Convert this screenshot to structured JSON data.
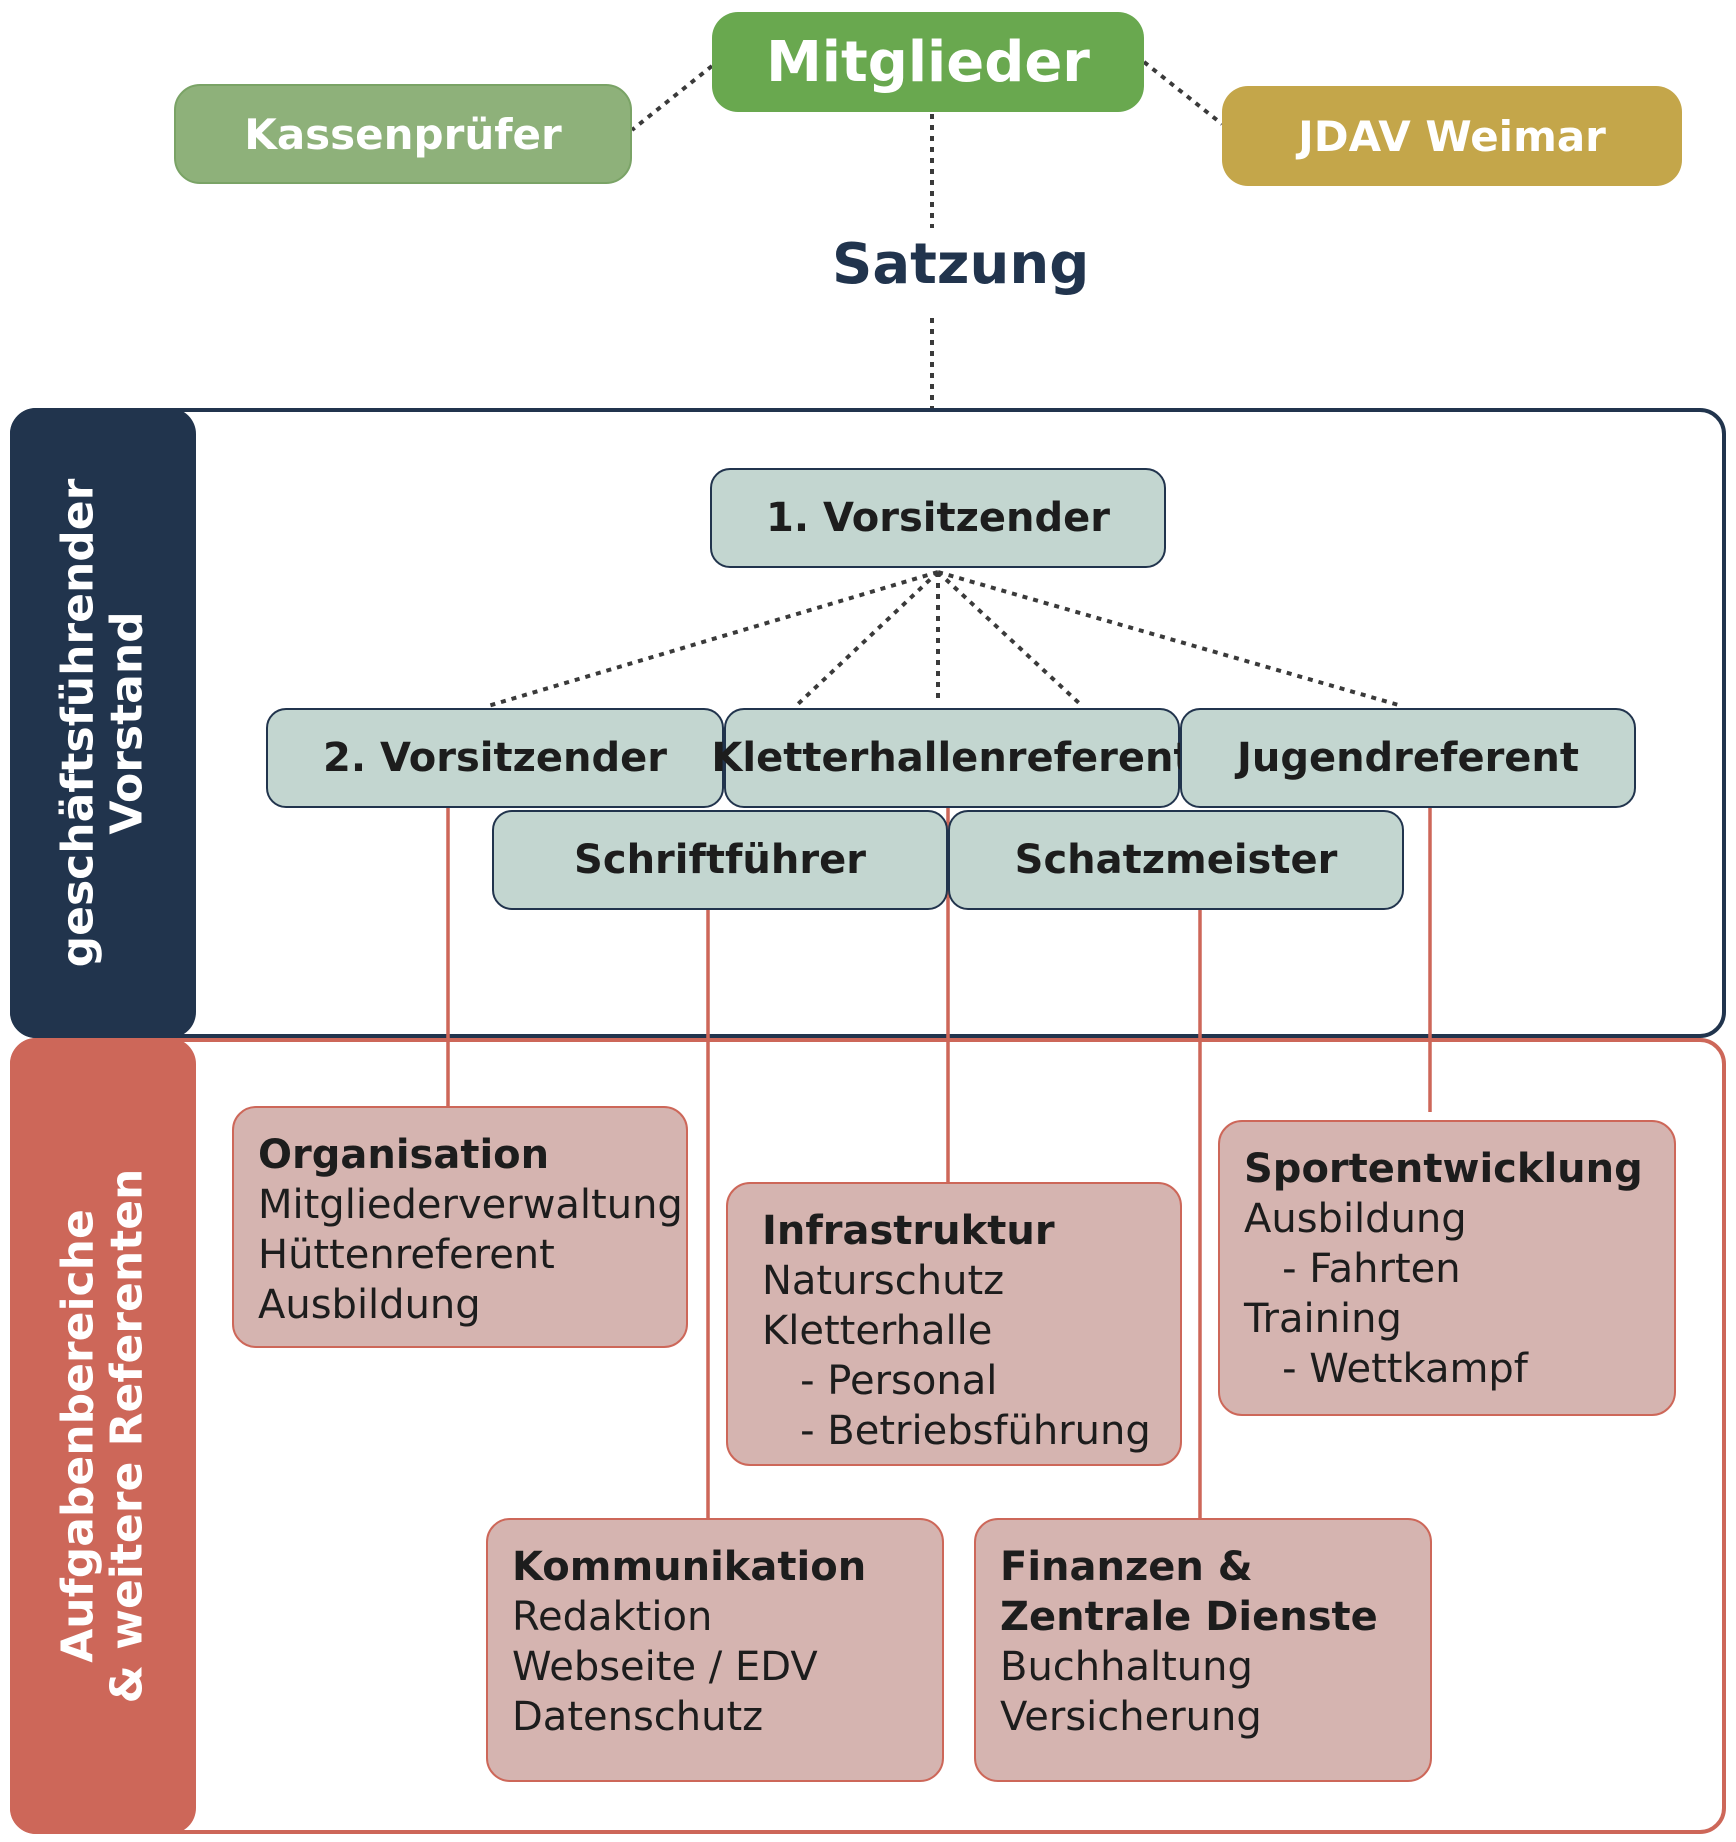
{
  "top": {
    "mitglieder": "Mitglieder",
    "kassenpruefer": "Kassenprüfer",
    "jdav": "JDAV Weimar",
    "satzung": "Satzung"
  },
  "sidebar": {
    "vorstand_line1": "geschäftsführender",
    "vorstand_line2": "Vorstand",
    "aufgaben_line1": "Aufgabenbereiche",
    "aufgaben_line2": "& weitere Referenten"
  },
  "roles": {
    "vorsitzender1": "1. Vorsitzender",
    "vorsitzender2": "2. Vorsitzender",
    "kletterhallenreferent": "Kletterhallenreferent",
    "jugendreferent": "Jugendreferent",
    "schriftfuehrer": "Schriftführer",
    "schatzmeister": "Schatzmeister"
  },
  "areas": {
    "organisation": {
      "title": "Organisation",
      "items": [
        "Mitgliederverwaltung",
        "Hüttenreferent",
        "Ausbildung"
      ]
    },
    "infrastruktur": {
      "title": "Infrastruktur",
      "items": [
        "Naturschutz",
        "Kletterhalle",
        "   - Personal",
        "   - Betriebsführung"
      ]
    },
    "sportentwicklung": {
      "title": "Sportentwicklung",
      "items": [
        "Ausbildung",
        "   - Fahrten",
        "Training",
        "   - Wettkampf"
      ]
    },
    "kommunikation": {
      "title": "Kommunikation",
      "items": [
        "Redaktion",
        "Webseite / EDV",
        "Datenschutz"
      ]
    },
    "finanzen": {
      "title_line1": "Finanzen &",
      "title_line2": "Zentrale Dienste",
      "items": [
        "Buchhaltung",
        "Versicherung"
      ]
    }
  },
  "colors": {
    "navy": "#21344d",
    "coral": "#cd6759",
    "green": "#69a84f",
    "light_green": "#8eb17a",
    "gold": "#c4a64a",
    "role_fill": "#c3d6d0",
    "area_fill": "#d5b4b0"
  }
}
